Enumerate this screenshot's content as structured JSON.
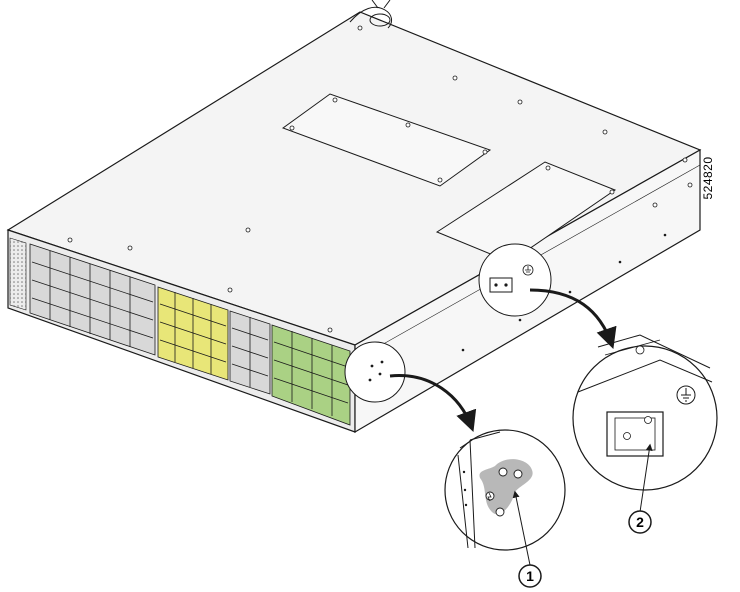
{
  "figure": {
    "id_label": "524820"
  },
  "callouts": [
    {
      "number": "1"
    },
    {
      "number": "2"
    }
  ],
  "colors": {
    "outline": "#1a1a1a",
    "port_highlight_yellow": "#e6e21a",
    "port_highlight_green": "#7fbf3f",
    "lug_shade": "#b8b8b8",
    "chassis_top": "#f4f4f4",
    "chassis_front": "#e8e8e8"
  },
  "icons": [
    "ground-symbol-icon",
    "esd-symbol-icon",
    "callout-arrow-icon"
  ]
}
